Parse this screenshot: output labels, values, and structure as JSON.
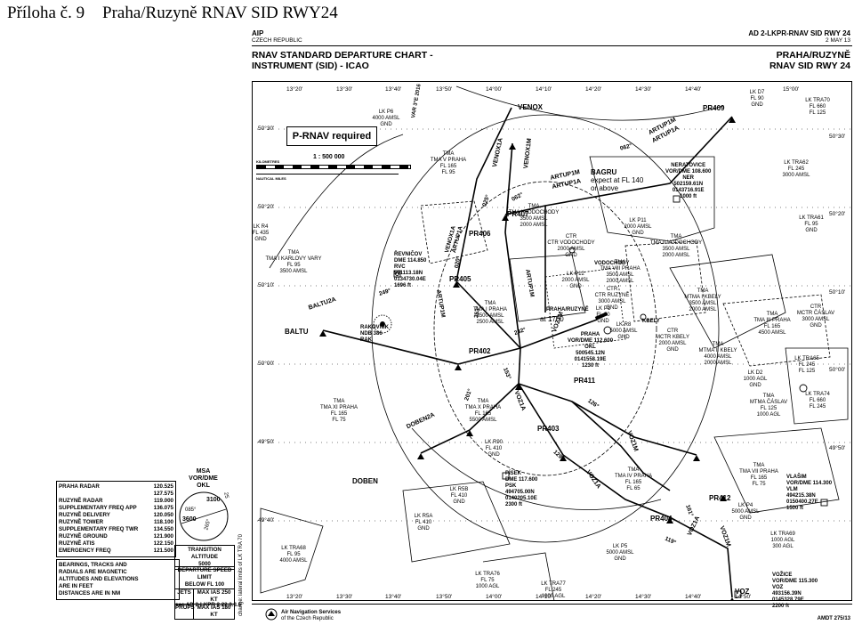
{
  "page": {
    "annex_label": "Příloha č. 9",
    "annex_title": "Praha/Ruzyně RNAV SID RWY24"
  },
  "header": {
    "aip": "AIP",
    "country": "CZECH REPUBLIC",
    "ref": "AD 2-LKPR-RNAV SID RWY 24",
    "date": "2 MAY 13",
    "title_line1": "RNAV STANDARD DEPARTURE CHART -",
    "title_line2": "INSTRUMENT (SID) - ICAO",
    "airport_line1": "PRAHA/RUZYNĚ",
    "airport_line2": "RNAV SID RWY 24"
  },
  "footer": {
    "ans": "Air Navigation Services",
    "ans2": "of the Czech Republic",
    "amdt": "AMDT 275/13"
  },
  "notice": "P-RNAV required",
  "scale": {
    "ratio": "1 : 500 000",
    "km_label": "KILOMETRES",
    "nm_label": "NAUTICAL MILES"
  },
  "frequencies": [
    {
      "name": "PRAHA RADAR",
      "freq": "120.525"
    },
    {
      "name": "",
      "freq": "127.575"
    },
    {
      "name": "RUZYNĚ RADAR",
      "freq": "119.000"
    },
    {
      "name": "SUPPLEMENTARY FREQ APP",
      "freq": "136.075"
    },
    {
      "name": "RUZYNĚ DELIVERY",
      "freq": "120.050"
    },
    {
      "name": "RUZYNĚ TOWER",
      "freq": "118.100"
    },
    {
      "name": "SUPPLEMENTARY FREQ TWR",
      "freq": "134.550"
    },
    {
      "name": "RUZYNĚ GROUND",
      "freq": "121.900"
    },
    {
      "name": "RUZYNĚ ATIS",
      "freq": "122.150"
    },
    {
      "name": "EMERGENCY FREQ",
      "freq": "121.500"
    }
  ],
  "bearings_note": [
    "BEARINGS, TRACKS AND",
    "RADIALS ARE MAGNETIC",
    "ALTITUDES AND ELEVATIONS",
    "ARE IN FEET",
    "DISTANCES ARE IN NM"
  ],
  "msa": {
    "title_line1": "MSA",
    "title_line2": "VOR/DME",
    "title_line3": "OKL",
    "alt1": "3100",
    "alt2": "3600",
    "brg1": "085°",
    "brg2": "265°",
    "brg3": "25"
  },
  "transition": {
    "label": "TRANSITION ALTITUDE",
    "value": "5000"
  },
  "speed_limit": {
    "title_line1": "DEPARTURE SPEED LIMIT",
    "title_line2": "BELOW FL 100",
    "jets": "JETS",
    "jets_val": "MAX IAS 250 KT",
    "props": "PROPS",
    "props_val": "MAX IAS 180 KT",
    "see": "see AD 2-LKPR 2.22.3.3.6"
  },
  "side_note": "change: lateral limits of LK TRA 70",
  "waypoints": {
    "venox": "VENOX",
    "pr409": "PR409",
    "pr407": "PR407",
    "pr406": "PR406",
    "pr405": "PR405",
    "pr402": "PR402",
    "pr411": "PR411",
    "pr403": "PR403",
    "pr404": "PR404",
    "pr412": "PR412",
    "baltu": "BALTU",
    "doben": "DOBEN",
    "voz": "VOZ",
    "bagru": "BAGRU",
    "bagru_note1": "expect at FL 140",
    "bagru_note2": "or above",
    "at1700": "at 1700"
  },
  "navaids": {
    "revnicov": [
      "ŘEVNIČOV",
      "DME 114.850",
      "RVC",
      "501113.18N",
      "0134730.04E",
      "1696 ft"
    ],
    "rakovnik": [
      "RAKOVNÍK",
      "NDB 386",
      "RAK"
    ],
    "nerat": [
      "NERATOVICE",
      "VOR/DME 108.600",
      "NER",
      "502159.61N",
      "0143716.91E",
      "1000 ft"
    ],
    "praha": [
      "PRAHA",
      "VOR/DME 112.600",
      "OKL",
      "500545.12N",
      "0141558.19E",
      "1230 ft"
    ],
    "pisek": [
      "PÍSEK",
      "DME 117.600",
      "PSK",
      "494705.00N",
      "0140205.10E",
      "2300 ft"
    ],
    "vlasim": [
      "VLAŠIM",
      "VOR/DME 114.300",
      "VLM",
      "494215.38N",
      "0150400.27E",
      "1500 ft"
    ],
    "vozice": [
      "VOŽICE",
      "VOR/DME 115.300",
      "VOZ",
      "493156.39N",
      "0145328.79E",
      "2200 ft"
    ]
  },
  "procedures": {
    "venox1a": "VENOX1A",
    "venox1m": "VENOX1M",
    "artup1m": "ARTUP1M",
    "artup1a": "ARTUP1A",
    "baltu2a": "BALTU2A",
    "doben2a": "DOBEN2A",
    "voz1a": "VOZ1A",
    "voz1m": "VOZ1M"
  },
  "areas": [
    {
      "id": "lkp6",
      "lines": [
        "LK P6",
        "4000 AMSL",
        "GND"
      ]
    },
    {
      "id": "lkr4",
      "lines": [
        "LK R4",
        "FL 435",
        "GND"
      ]
    },
    {
      "id": "karlovy",
      "lines": [
        "TMA",
        "TMA I KARLOVY VARY",
        "FL 95",
        "3500 AMSL"
      ]
    },
    {
      "id": "pragueV",
      "lines": [
        "TMA",
        "TMA V PRAHA",
        "FL 165",
        "FL 95"
      ]
    },
    {
      "id": "vodochody",
      "lines": [
        "TMA",
        "TMA I VODOCHODY",
        "3500 AMSL",
        "2000 AMSL"
      ]
    },
    {
      "id": "lkd7",
      "lines": [
        "LK D7",
        "FL 90",
        "GND"
      ]
    },
    {
      "id": "lktra70",
      "lines": [
        "LK TRA70",
        "FL 660",
        "FL 125"
      ]
    },
    {
      "id": "lktra62",
      "lines": [
        "LK TRA62",
        "FL 245",
        "3000 AMSL"
      ]
    },
    {
      "id": "lktra61",
      "lines": [
        "LK TRA61",
        "FL 95",
        "GND"
      ]
    },
    {
      "id": "vodochody2",
      "lines": [
        "TMA",
        "TMA II VODOCHODY",
        "3500 AMSL",
        "2000 AMSL"
      ]
    },
    {
      "id": "lkp11",
      "lines": [
        "LK P11",
        "2000 AMSL",
        "GND"
      ]
    },
    {
      "id": "ctrvod",
      "lines": [
        "CTR",
        "CTR VODOCHODY",
        "2000 AMSL",
        "GND"
      ]
    },
    {
      "id": "lkp12",
      "lines": [
        "LK P12",
        "2000 AMSL",
        "GND"
      ]
    },
    {
      "id": "tmaviii",
      "lines": [
        "TMA",
        "TMA VIII PRAHA",
        "3500 AMSL",
        "2000 AMSL"
      ]
    },
    {
      "id": "ctrruz",
      "lines": [
        "CTR",
        "CTR RUZYNĚ",
        "3000 AMSL",
        "GND"
      ]
    },
    {
      "id": "tmaipraha",
      "lines": [
        "TMA",
        "TMA I PRAHA",
        "3500 AMSL",
        "2500 AMSL"
      ]
    },
    {
      "id": "lkp1",
      "lines": [
        "LK P1",
        "FL 80",
        "GND"
      ]
    },
    {
      "id": "lkr8",
      "lines": [
        "LK R8",
        "5000 AMSL",
        "GND"
      ]
    },
    {
      "id": "mtmai",
      "lines": [
        "TMA",
        "MTMA I KBELY",
        "3500 AMSL",
        "2000 AMSL"
      ]
    },
    {
      "id": "ctrkbely",
      "lines": [
        "CTR",
        "MCTR KBELY",
        "2000 AMSL",
        "GND"
      ]
    },
    {
      "id": "mtmaii",
      "lines": [
        "TMA",
        "MTMA II KBELY",
        "4000 AMSL",
        "2000 AMSL"
      ]
    },
    {
      "id": "tmaiii",
      "lines": [
        "TMA",
        "TMA III PRAHA",
        "FL 165",
        "4500 AMSL"
      ]
    },
    {
      "id": "ctrcaslav",
      "lines": [
        "CTR",
        "MCTR ČÁSLAV",
        "3000 AMSL",
        "GND"
      ]
    },
    {
      "id": "lktra65",
      "lines": [
        "LK TRA65",
        "FL 245",
        "FL 125"
      ]
    },
    {
      "id": "lkd2",
      "lines": [
        "LK D2",
        "1000 AGL",
        "GND"
      ]
    },
    {
      "id": "caslav",
      "lines": [
        "TMA",
        "MTMA ČÁSLAV",
        "FL 125",
        "1000 AGL"
      ]
    },
    {
      "id": "lktra74",
      "lines": [
        "LK TRA74",
        "FL 660",
        "FL 245"
      ]
    },
    {
      "id": "tmaxi",
      "lines": [
        "TMA",
        "TMA XI PRAHA",
        "FL 165",
        "FL 75"
      ]
    },
    {
      "id": "tmaxpraha",
      "lines": [
        "TMA",
        "TMA X PRAHA",
        "FL 165",
        "5500 AMSL"
      ]
    },
    {
      "id": "lkr90",
      "lines": [
        "LK R90",
        "FL 410",
        "GND"
      ]
    },
    {
      "id": "lkr5b",
      "lines": [
        "LK R5B",
        "FL 410",
        "GND"
      ]
    },
    {
      "id": "lkr5a",
      "lines": [
        "LK R5A",
        "FL 410",
        "GND"
      ]
    },
    {
      "id": "tmaiv",
      "lines": [
        "TMA",
        "TMA IV PRAHA",
        "FL 165",
        "FL 65"
      ]
    },
    {
      "id": "tmavii",
      "lines": [
        "TMA",
        "TMA VII PRAHA",
        "FL 165",
        "FL 75"
      ]
    },
    {
      "id": "lkp4",
      "lines": [
        "LK P4",
        "5000 AMSL",
        "GND"
      ]
    },
    {
      "id": "lkp5",
      "lines": [
        "LK P5",
        "5000 AMSL",
        "GND"
      ]
    },
    {
      "id": "lktra76",
      "lines": [
        "LK TRA76",
        "FL 75",
        "1000 AGL"
      ]
    },
    {
      "id": "lktra77",
      "lines": [
        "LK TRA77",
        "FL 245",
        "1000 AGL"
      ]
    },
    {
      "id": "lktra69",
      "lines": [
        "LK TRA69",
        "1000 AGL",
        "300 AGL"
      ]
    },
    {
      "id": "lktra68",
      "lines": [
        "LK TRA68",
        "FL 95",
        "4000 AMSL"
      ]
    }
  ],
  "lat_labels": [
    "50°30'",
    "50°20'",
    "50°10'",
    "50°00'",
    "49°50'",
    "49°40'",
    "50°30'",
    "50°20'",
    "50°10'",
    "50°00'",
    "49°50'"
  ],
  "lon_labels": [
    "13°20'",
    "13°30'",
    "13°40'",
    "13°50'",
    "14°00'",
    "14°10'",
    "14°20'",
    "14°30'",
    "14°40'",
    "14°50'",
    "15°00'"
  ],
  "tracks": {
    "t062a": "062°",
    "t062b": "062°",
    "t025": "025°",
    "t242": "242°",
    "t249": "249°",
    "t201": "201°",
    "t153": "153°",
    "t126": "126°",
    "t129": "129°",
    "t119": "119°",
    "t161": "161°",
    "t020": "020°",
    "t353": "353°"
  },
  "var": "VAR 3°E 2016",
  "other": {
    "vodochody_ap": "VODOCHODY",
    "kbely_ap": "KBELY",
    "praharuz_ap": "PRAHA/RUZYNĚ"
  }
}
